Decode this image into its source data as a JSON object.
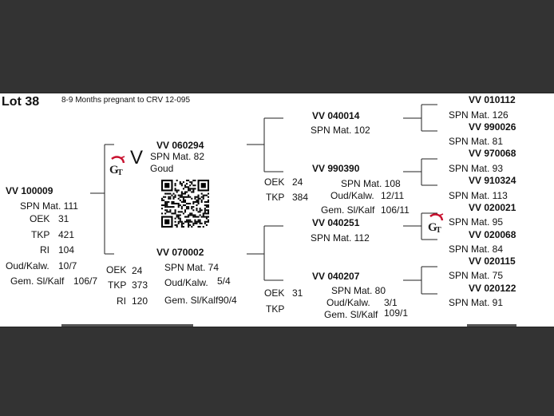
{
  "lot": {
    "title": "Lot 38",
    "subtitle": "8-9 Months pregnant to CRV 12-095"
  },
  "v_mark": "V",
  "subject": {
    "name": "VV  100009",
    "spn": "SPN Mat. 111",
    "rows": [
      {
        "label": "OEK",
        "value": "31"
      },
      {
        "label": "TKP",
        "value": "421"
      },
      {
        "label": "RI",
        "value": "104"
      },
      {
        "label": "Oud/Kalw.",
        "value": "10/7"
      },
      {
        "label": "Gem. Sl/Kalf",
        "value": "106/7"
      }
    ]
  },
  "sire": {
    "name": "VV  060294",
    "spn": "SPN Mat. 82",
    "note": "Goud"
  },
  "dam": {
    "name": "VV  070002",
    "spn": "SPN Mat. 74",
    "oud_label": "Oud/Kalw.",
    "oud_value": "5/4",
    "gem_label": "Gem. Sl/Kalf90/4",
    "oek_label": "OEK",
    "oek_value": "24",
    "tkp_label": "TKP",
    "tkp_value": "373",
    "ri_label": "RI",
    "ri_value": "120"
  },
  "sire_sire": {
    "name": "VV  040014",
    "spn": "SPN Mat. 102"
  },
  "sire_dam": {
    "name": "VV  990390",
    "spn": "SPN Mat. 108",
    "oud_label": "Oud/Kalw.",
    "oud_value": "12/11",
    "gem_label": "Gem. Sl/Kalf",
    "gem_value": "106/11",
    "oek_label": "OEK",
    "oek_value": "24",
    "tkp_label": "TKP",
    "tkp_value": "384"
  },
  "dam_sire": {
    "name": "VV  040251",
    "spn": "SPN Mat. 112"
  },
  "dam_dam": {
    "name": "VV  040207",
    "spn": "SPN Mat. 80",
    "oud_label": "Oud/Kalw.",
    "oud_value": "3/1",
    "gem_label": "Gem. Sl/Kalf",
    "gem_value": "109/1",
    "oek_label": "OEK",
    "oek_value": "31",
    "tkp_label": "TKP"
  },
  "gen4": [
    {
      "name": "VV  010112",
      "spn": "SPN Mat. 126"
    },
    {
      "name": "VV  990026",
      "spn": "SPN Mat. 81"
    },
    {
      "name": "VV  970068",
      "spn": "SPN Mat. 93"
    },
    {
      "name": "VV  910324",
      "spn": "SPN Mat. 113"
    },
    {
      "name": "VV  020021",
      "spn": "SPN Mat. 95"
    },
    {
      "name": "VV  020068",
      "spn": "SPN Mat. 84"
    },
    {
      "name": "VV  020115",
      "spn": "SPN Mat. 75"
    },
    {
      "name": "VV  020122",
      "spn": "SPN Mat. 91"
    }
  ]
}
